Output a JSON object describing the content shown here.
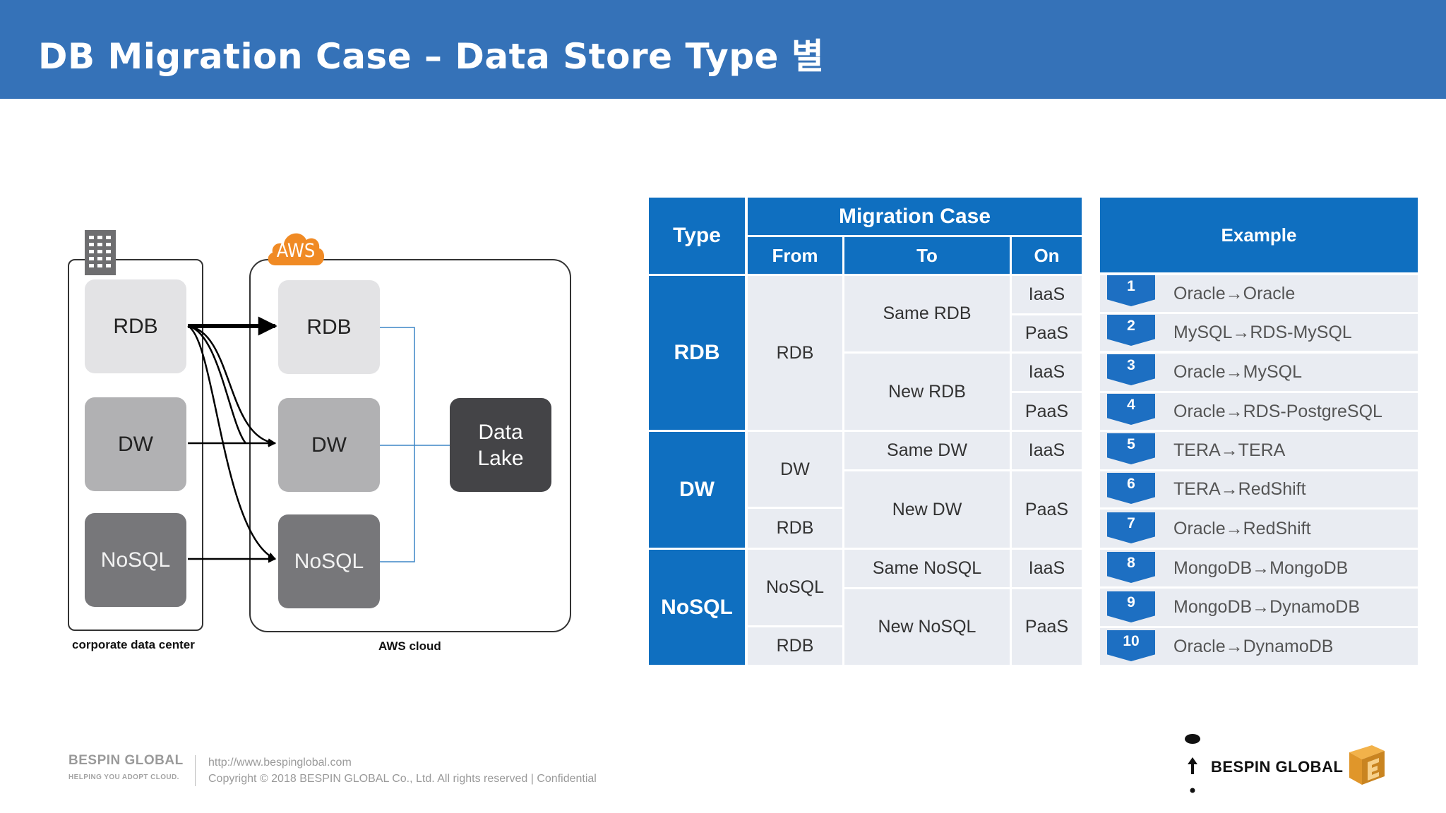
{
  "header": {
    "title": "DB Migration Case – Data Store Type 별"
  },
  "diagram": {
    "datacenter": {
      "label": "corporate data center",
      "nodes": [
        {
          "label": "RDB"
        },
        {
          "label": "DW"
        },
        {
          "label": "NoSQL"
        }
      ]
    },
    "aws": {
      "badge": "AWS",
      "label": "AWS cloud",
      "nodes": [
        {
          "label": "RDB"
        },
        {
          "label": "DW"
        },
        {
          "label": "NoSQL"
        }
      ],
      "lake": {
        "line1": "Data",
        "line2": "Lake"
      }
    }
  },
  "migration_table": {
    "headers": {
      "type": "Type",
      "group": "Migration Case",
      "from": "From",
      "to": "To",
      "on": "On"
    },
    "types": [
      "RDB",
      "DW",
      "NoSQL"
    ],
    "from": [
      "RDB",
      "DW",
      "RDB",
      "NoSQL",
      "RDB"
    ],
    "to": [
      "Same RDB",
      "New RDB",
      "Same DW",
      "New DW",
      "Same NoSQL",
      "New NoSQL"
    ],
    "on": [
      "IaaS",
      "PaaS",
      "IaaS",
      "PaaS",
      "IaaS",
      "PaaS",
      "IaaS",
      "PaaS"
    ]
  },
  "example_table": {
    "header": "Example",
    "rows": [
      {
        "num": "1",
        "text": "Oracle→Oracle"
      },
      {
        "num": "2",
        "text": "MySQL→RDS-MySQL"
      },
      {
        "num": "3",
        "text": "Oracle→MySQL"
      },
      {
        "num": "4",
        "text": "Oracle→RDS-PostgreSQL"
      },
      {
        "num": "5",
        "text": "TERA→TERA"
      },
      {
        "num": "6",
        "text": "TERA→RedShift"
      },
      {
        "num": "7",
        "text": "Oracle→RedShift"
      },
      {
        "num": "8",
        "text": "MongoDB→MongoDB"
      },
      {
        "num": "9",
        "text": "MongoDB→DynamoDB"
      },
      {
        "num": "10",
        "text": "Oracle→DynamoDB"
      }
    ]
  },
  "footer": {
    "brand": "BESPIN GLOBAL",
    "tagline": "HELPING YOU ADOPT CLOUD.",
    "url": "http://www.bespinglobal.com",
    "copyright": "Copyright © 2018 BESPIN GLOBAL Co., Ltd. All rights reserved    |  Confidential",
    "right_brand": "BESPIN GLOBAL"
  },
  "colors": {
    "header": "#3572b8",
    "table_blue": "#0f6fc0",
    "table_body": "#e9ecf2",
    "aws_orange": "#f08a24"
  }
}
